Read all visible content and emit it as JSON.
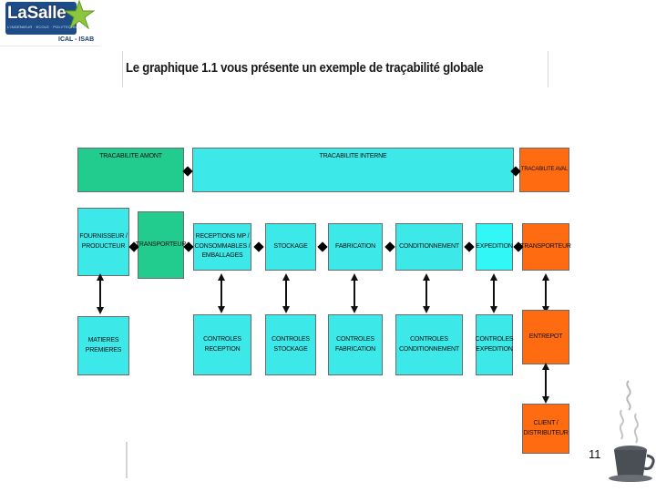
{
  "logo": {
    "word": "LaSalle",
    "subline": "L'INGENIEUR · ECOLE · POLYTECHNIQUE",
    "tag": "ICAL - ISAB"
  },
  "slide": {
    "title": "Le graphique 1.1 vous présente un exemple de traçabilité globale",
    "page_number": "11"
  },
  "diagram": {
    "headers": {
      "amont": "TRACABILITE AMONT",
      "interne": "TRACABILITE INTERNE",
      "aval": "TRACABILITE AVAL"
    },
    "row1": {
      "fournisseur": "FOURNISSEUR / PRODUCTEUR",
      "transporteur_left": "TRANSPORTEUR",
      "receptions": "RECEPTIONS MP / CONSOMMABLES / EMBALLAGES",
      "stockage": "STOCKAGE",
      "fabrication": "FABRICATION",
      "conditionnement": "CONDITIONNEMENT",
      "expedition": "EXPEDITION",
      "transporteur_right": "TRANSPORTEUR"
    },
    "row2": {
      "matieres": "MATIERES PREMIERES",
      "controles_reception": "CONTROLES RECEPTION",
      "controles_stockage": "CONTROLES STOCKAGE",
      "controles_fabrication": "CONTROLES FABRICATION",
      "controles_conditionnement": "CONTROLES CONDITIONNEMENT",
      "controles_expedition": "CONTROLES EXPEDITION",
      "entrepot": "ENTREPOT"
    },
    "row3": {
      "client": "CLIENT / DISTRIBUTEUR"
    }
  },
  "colors": {
    "aqua": "#3de8e8",
    "teal": "#22cc8e",
    "orange": "#ff6b10",
    "panel": "#46d6f0"
  }
}
